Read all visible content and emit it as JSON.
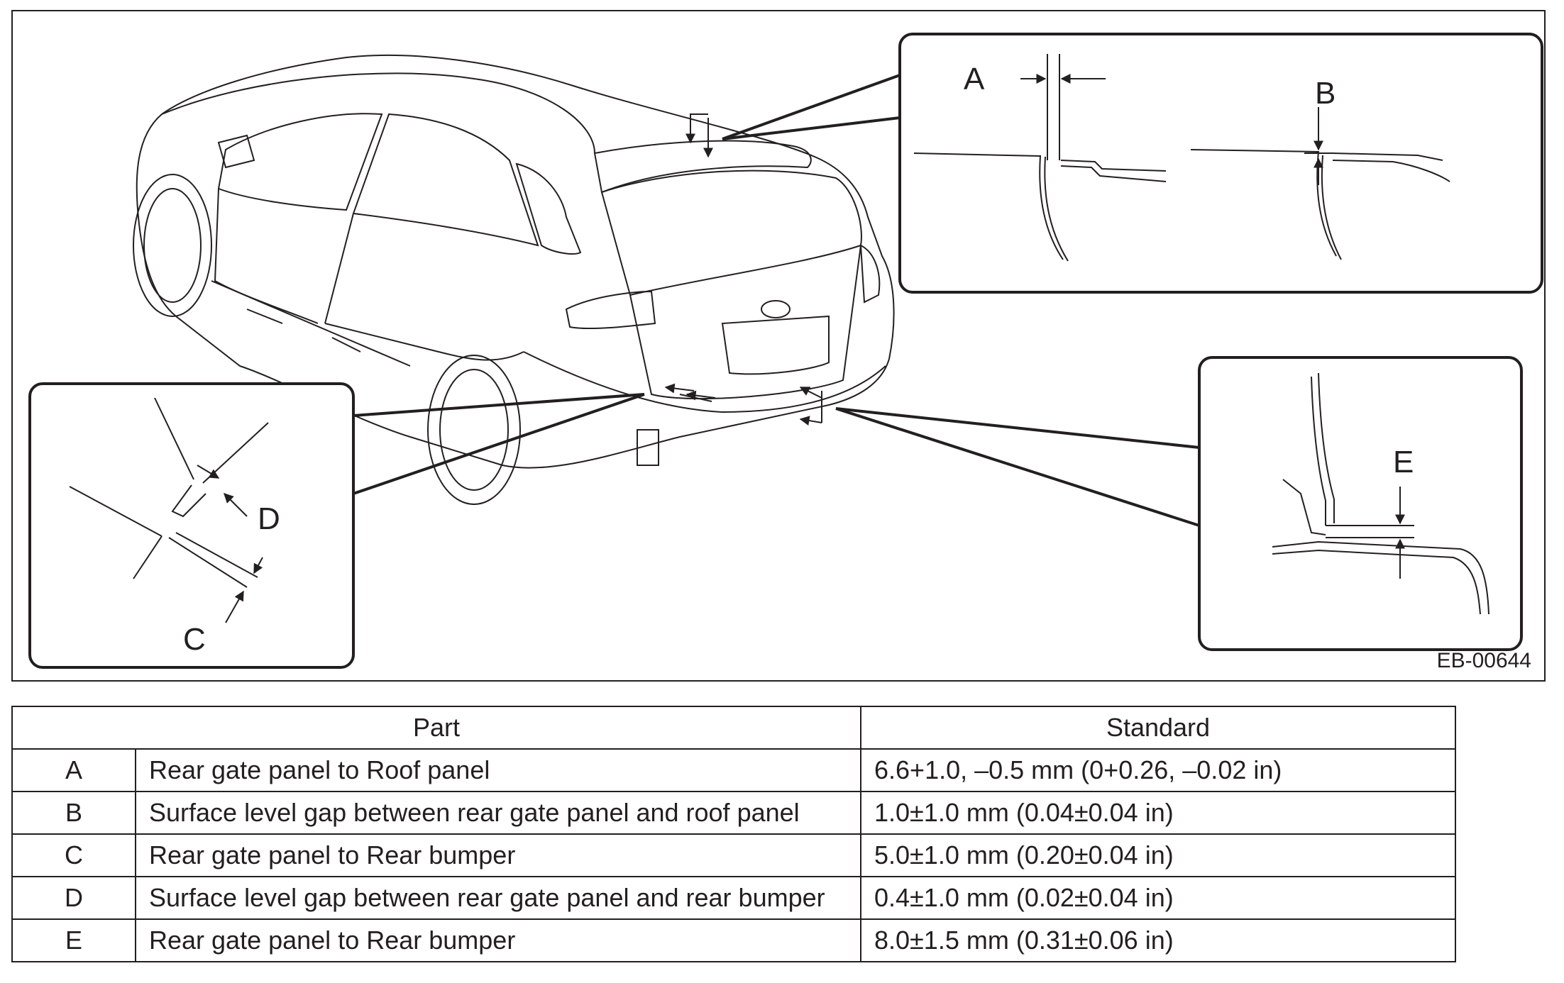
{
  "figure": {
    "id": "EB-00644",
    "callouts": [
      "A",
      "B",
      "C",
      "D",
      "E"
    ]
  },
  "table": {
    "header_part": "Part",
    "header_standard": "Standard",
    "rows": [
      {
        "code": "A",
        "part": "Rear gate panel to Roof panel",
        "standard": "6.6+1.0, –0.5 mm (0+0.26, –0.02 in)"
      },
      {
        "code": "B",
        "part": "Surface level gap between rear gate panel and roof panel",
        "standard": "1.0±1.0 mm (0.04±0.04 in)"
      },
      {
        "code": "C",
        "part": "Rear gate panel to Rear bumper",
        "standard": "5.0±1.0 mm (0.20±0.04 in)"
      },
      {
        "code": "D",
        "part": "Surface level gap between rear gate panel and rear bumper",
        "standard": "0.4±1.0 mm (0.02±0.04 in)"
      },
      {
        "code": "E",
        "part": "Rear gate panel to Rear bumper",
        "standard": "8.0±1.5 mm (0.31±0.06 in)"
      }
    ]
  }
}
